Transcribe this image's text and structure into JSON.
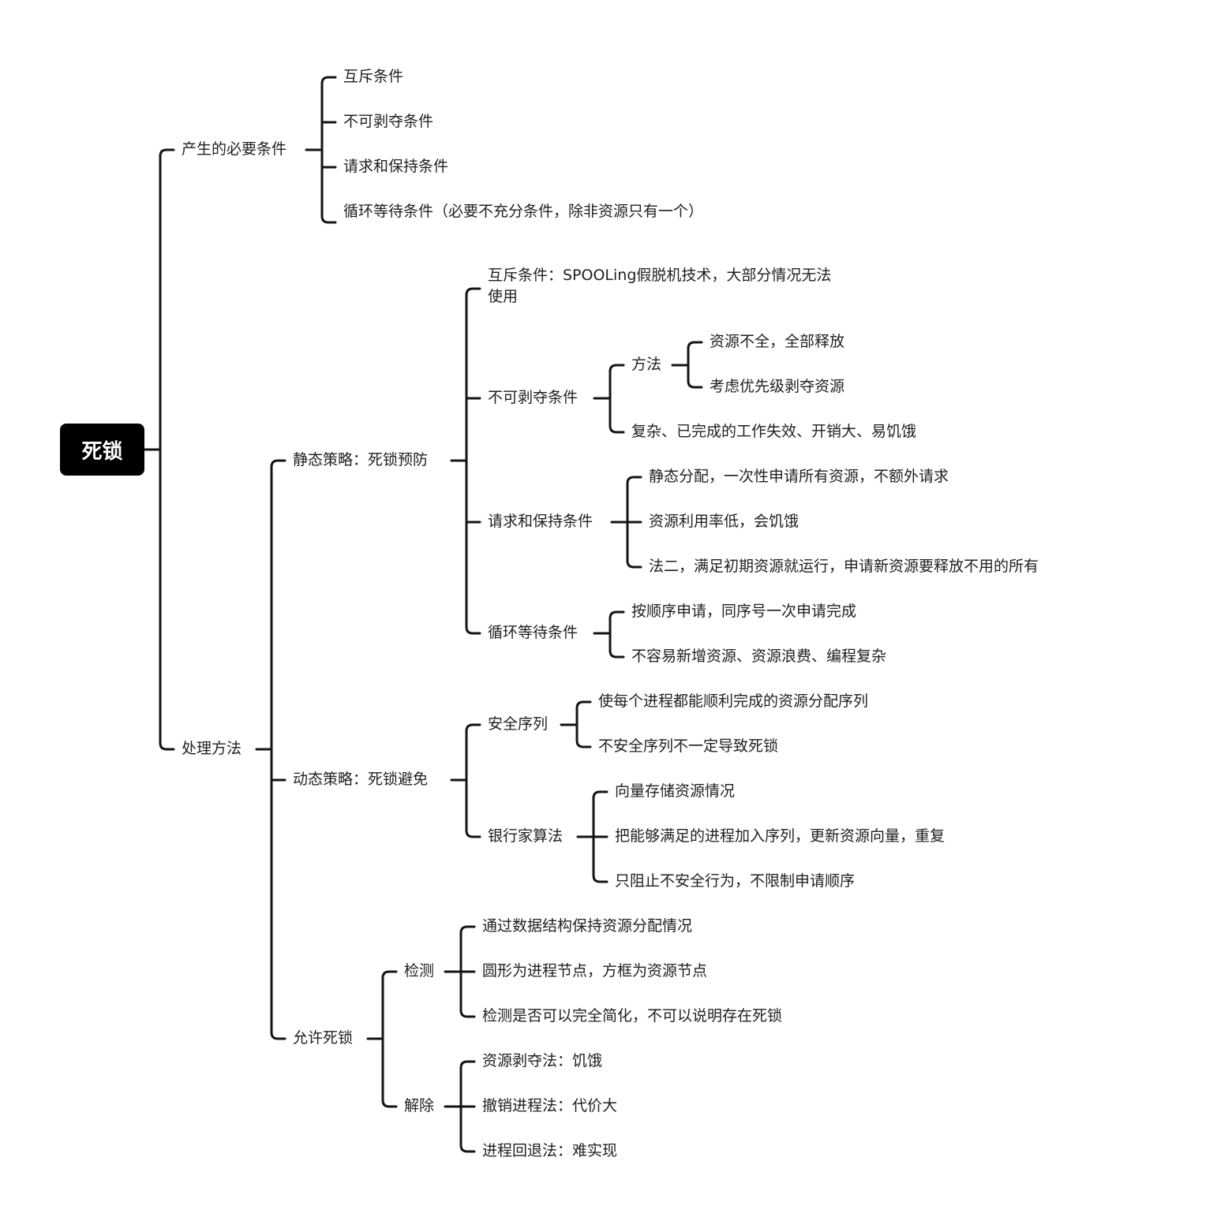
{
  "root": "死锁",
  "conditions": {
    "label": "产生的必要条件",
    "items": [
      "互斥条件",
      "不可剥夺条件",
      "请求和保持条件",
      "循环等待条件（必要不充分条件，除非资源只有一个）"
    ]
  },
  "handling": {
    "label": "处理方法",
    "static": {
      "label": "静态策略：死锁预防",
      "mutex": "互斥条件：SPOOLing假脱机技术，大部分情况无法使用",
      "no_preempt": {
        "label": "不可剥夺条件",
        "method": {
          "label": "方法",
          "items": [
            "资源不全，全部释放",
            "考虑优先级剥夺资源"
          ]
        },
        "drawback": "复杂、已完成的工作失效、开销大、易饥饿"
      },
      "hold_wait": {
        "label": "请求和保持条件",
        "items": [
          "静态分配，一次性申请所有资源，不额外请求",
          "资源利用率低，会饥饿",
          "法二，满足初期资源就运行，申请新资源要释放不用的所有"
        ]
      },
      "circular": {
        "label": "循环等待条件",
        "items": [
          "按顺序申请，同序号一次申请完成",
          "不容易新增资源、资源浪费、编程复杂"
        ]
      }
    },
    "dynamic": {
      "label": "动态策略：死锁避免",
      "safe_seq": {
        "label": "安全序列",
        "items": [
          "使每个进程都能顺利完成的资源分配序列",
          "不安全序列不一定导致死锁"
        ]
      },
      "banker": {
        "label": "银行家算法",
        "items": [
          "向量存储资源情况",
          "把能够满足的进程加入序列，更新资源向量，重复",
          "只阻止不安全行为，不限制申请顺序"
        ]
      }
    },
    "allow": {
      "label": "允许死锁",
      "detect": {
        "label": "检测",
        "items": [
          "通过数据结构保持资源分配情况",
          "圆形为进程节点，方框为资源节点",
          "检测是否可以完全简化，不可以说明存在死锁"
        ]
      },
      "recover": {
        "label": "解除",
        "items": [
          "资源剥夺法：饥饿",
          "撤销进程法：代价大",
          "进程回退法：难实现"
        ]
      }
    }
  }
}
